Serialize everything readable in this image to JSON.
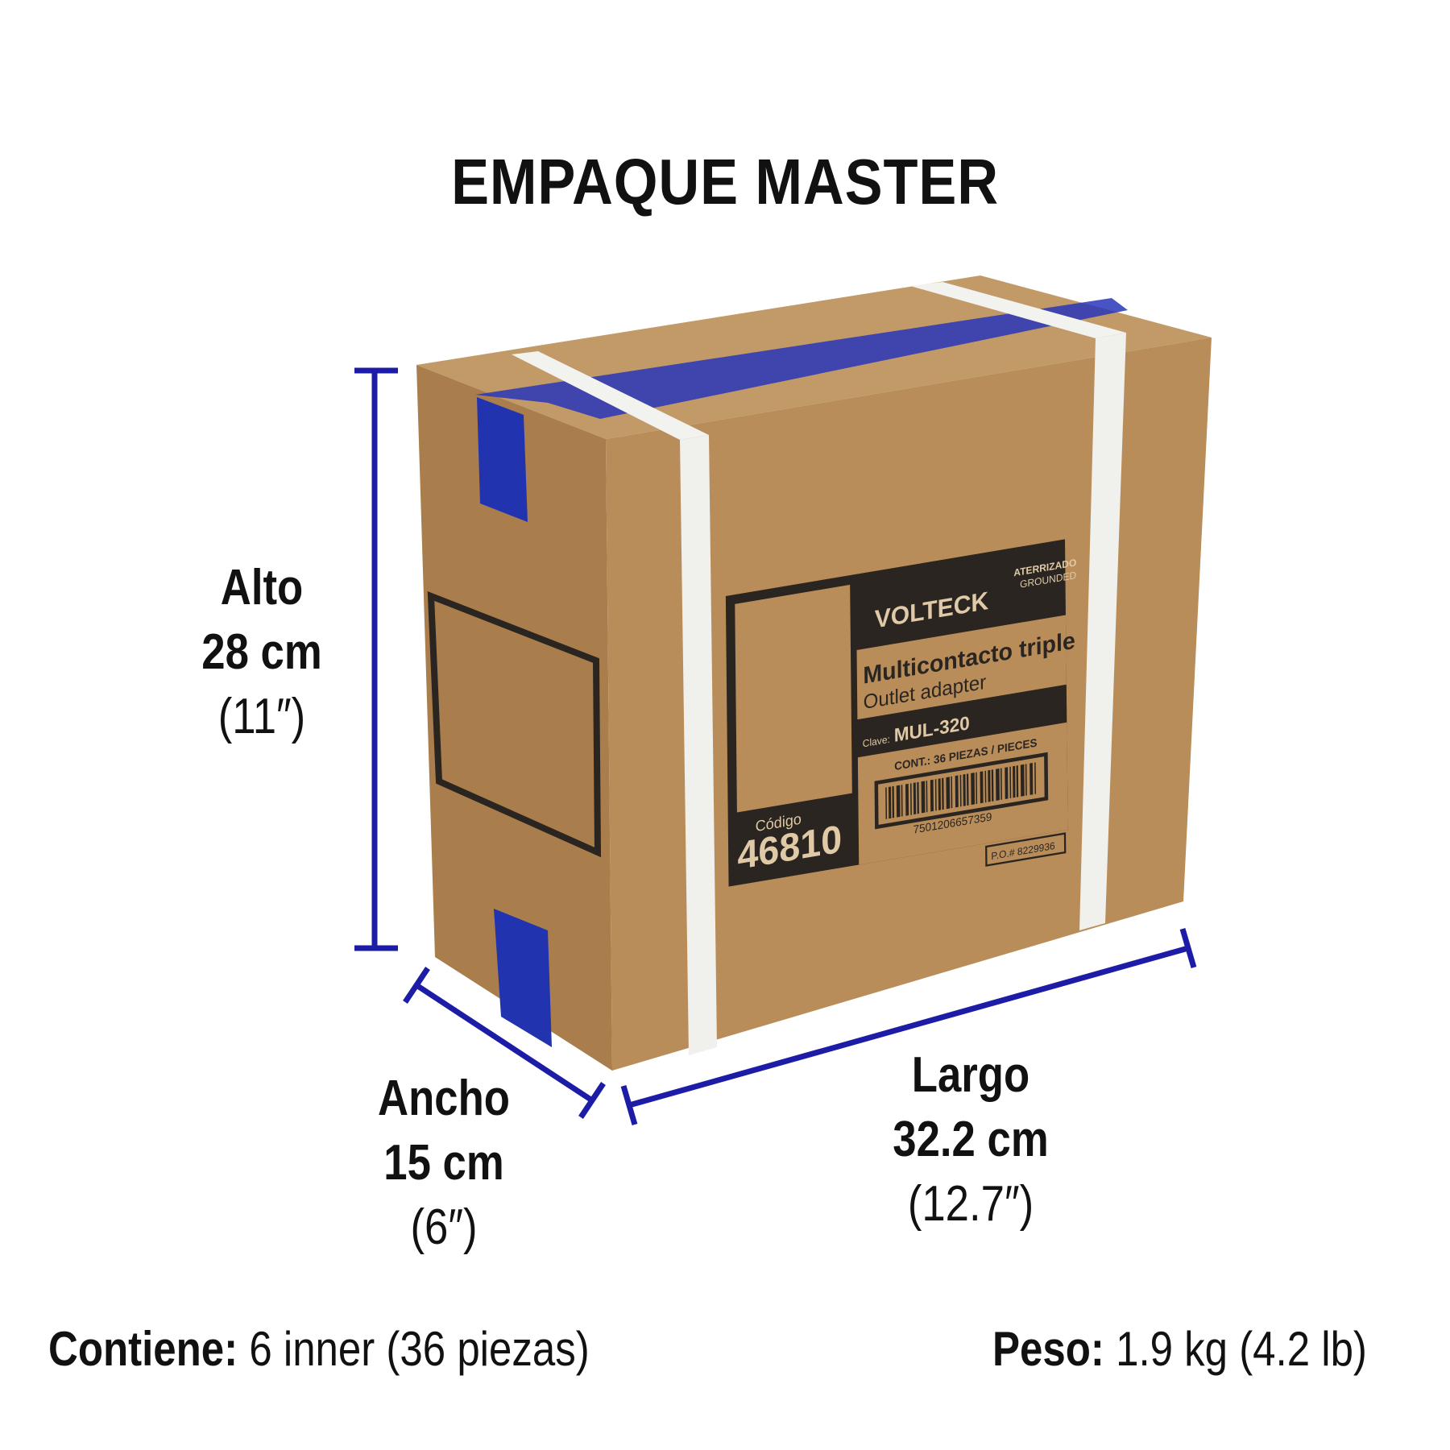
{
  "title": "EMPAQUE MASTER",
  "dimensions": {
    "alto": {
      "label": "Alto",
      "metric": "28 cm",
      "imperial": "(11″)"
    },
    "ancho": {
      "label": "Ancho",
      "metric": "15 cm",
      "imperial": "(6″)"
    },
    "largo": {
      "label": "Largo",
      "metric": "32.2 cm",
      "imperial": "(12.7″)"
    }
  },
  "footer": {
    "contiene_label": "Contiene:",
    "contiene_value": "6 inner (36 piezas)",
    "peso_label": "Peso:",
    "peso_value": "1.9 kg (4.2 lb)"
  },
  "box_label": {
    "brand": "VOLTECK",
    "grounded_es": "ATERRIZADO",
    "grounded_en": "GROUNDED",
    "product_es": "Multicontacto triple",
    "product_en": "Outlet adapter",
    "clave_label": "Clave:",
    "clave": "MUL-320",
    "contents": "CONT.: 36 PIEZAS / PIECES",
    "barcode": "7501206657359",
    "codigo_label": "Código",
    "codigo": "46810",
    "po": "P.O.# 8229936"
  },
  "colors": {
    "dimension": "#1c1ca6",
    "cardboard": "#b98d5a",
    "label": "#2a2520"
  }
}
